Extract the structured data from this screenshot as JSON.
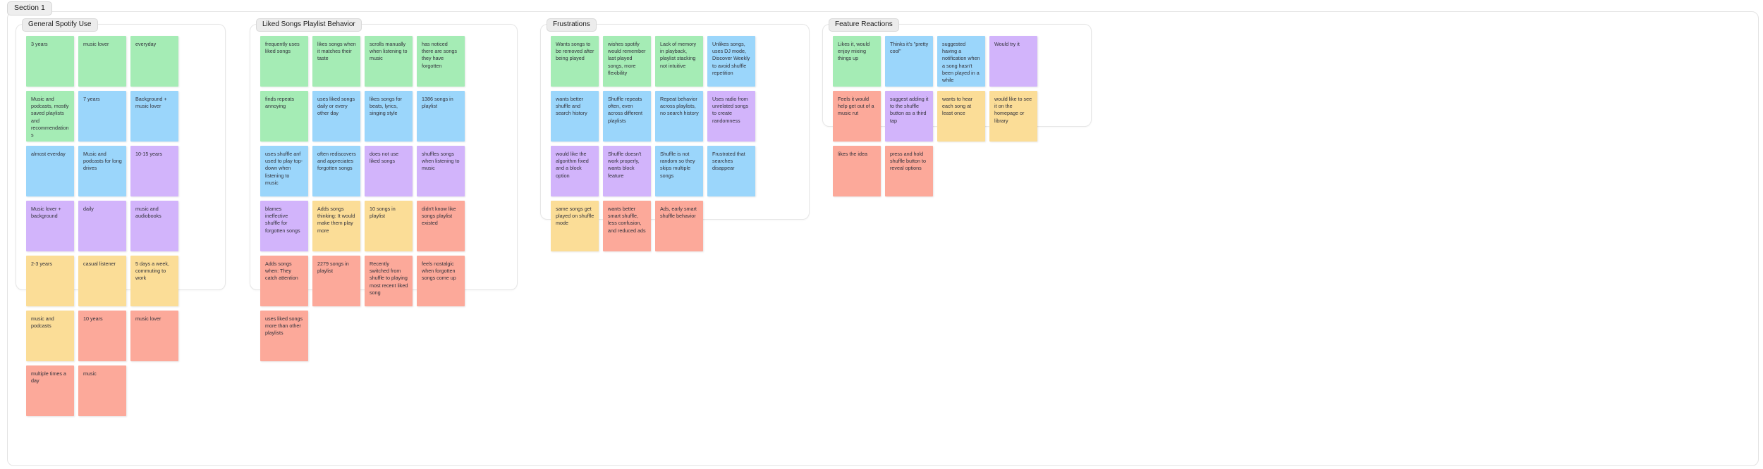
{
  "section": {
    "label": "Section 1"
  },
  "groups": [
    {
      "id": "general",
      "title": "General Spotify Use",
      "notes": [
        {
          "text": "3 years",
          "color": "green"
        },
        {
          "text": "music lover",
          "color": "green"
        },
        {
          "text": "everyday",
          "color": "green"
        },
        {
          "text": "Music and podcasts, mostly saved playlists and recommendations",
          "color": "green"
        },
        {
          "text": "7 years",
          "color": "blue"
        },
        {
          "text": "Background + music lover",
          "color": "blue"
        },
        {
          "text": "almost everday",
          "color": "blue"
        },
        {
          "text": "Music and podcasts for long drives",
          "color": "blue"
        },
        {
          "text": "10-15 years",
          "color": "purple"
        },
        {
          "text": "Music lover + background",
          "color": "purple"
        },
        {
          "text": "daily",
          "color": "purple"
        },
        {
          "text": "music and audiobooks",
          "color": "purple"
        },
        {
          "text": "2-3 years",
          "color": "yellow"
        },
        {
          "text": "casual listener",
          "color": "yellow"
        },
        {
          "text": "5 days a week, commuting to work",
          "color": "yellow"
        },
        {
          "text": "music and podcasts",
          "color": "yellow"
        },
        {
          "text": "10 years",
          "color": "red"
        },
        {
          "text": "music lover",
          "color": "red"
        },
        {
          "text": "multiple times a day",
          "color": "red"
        },
        {
          "text": "music",
          "color": "red"
        }
      ]
    },
    {
      "id": "liked",
      "title": "Liked Songs Playlist Behavior",
      "notes": [
        {
          "text": "frequently uses liked songs",
          "color": "green"
        },
        {
          "text": "likes songs when it matches their taste",
          "color": "green"
        },
        {
          "text": "scrolls manually when listening to music",
          "color": "green"
        },
        {
          "text": "has noticed there are songs they have forgotten",
          "color": "green"
        },
        {
          "text": "finds repeats annoying",
          "color": "green"
        },
        {
          "text": "uses liked songs daily or every other day",
          "color": "blue"
        },
        {
          "text": "likes songs for beats, lyrics, singing style",
          "color": "blue"
        },
        {
          "text": "1386 songs in playlist",
          "color": "blue"
        },
        {
          "text": "uses shuffle anf used to play top-down when listening to music",
          "color": "blue"
        },
        {
          "text": "often rediscovers and appreciates forgotten songs",
          "color": "blue"
        },
        {
          "text": "does not use liked songs",
          "color": "purple"
        },
        {
          "text": "shuffles songs when listening to music",
          "color": "purple"
        },
        {
          "text": "blames ineffective shuffle for forgotten songs",
          "color": "purple"
        },
        {
          "text": "Adds songs thinking: It would make them play more",
          "color": "yellow"
        },
        {
          "text": "10 songs in playlist",
          "color": "yellow"
        },
        {
          "text": "didn't know like songs playlist existed",
          "color": "red"
        },
        {
          "text": "Adds songs when: They catch attention",
          "color": "red"
        },
        {
          "text": "2279 songs in playlist",
          "color": "red"
        },
        {
          "text": "Recently switched from shuffle to playing most recent liked song",
          "color": "red"
        },
        {
          "text": "feels nostalgic when forgotten songs come up",
          "color": "red"
        },
        {
          "text": "uses liked songs more than other playlists",
          "color": "red"
        }
      ]
    },
    {
      "id": "frustr",
      "title": "Frustrations",
      "notes": [
        {
          "text": "Wants songs to be removed after being played",
          "color": "green"
        },
        {
          "text": "wishes spotify would remember last played songs, more flexibility",
          "color": "green"
        },
        {
          "text": "Lack of memory in playback, playlist stacking not intuitive",
          "color": "green"
        },
        {
          "text": "Unlikes songs, uses DJ mode, Discover Weekly to avoid shuffle repetition",
          "color": "blue"
        },
        {
          "text": "wants better shuffle and search history",
          "color": "blue"
        },
        {
          "text": "Shuffle repeats often, even across different playlists",
          "color": "blue"
        },
        {
          "text": "Repeat behavior across playlists, no search history",
          "color": "blue"
        },
        {
          "text": "Uses radio from unrelated songs to create randomness",
          "color": "purple"
        },
        {
          "text": "would like the algorithm fixed and a block option",
          "color": "purple"
        },
        {
          "text": "Shuffle doesn't work properly, wants block feature",
          "color": "purple"
        },
        {
          "text": "Shuffle is not random so they skips multiple songs",
          "color": "blue"
        },
        {
          "text": "Frustrated that searches disappear",
          "color": "blue"
        },
        {
          "text": "same songs get played on shuffle mode",
          "color": "yellow"
        },
        {
          "text": "wants better smart shuffle, less confusion, and reduced ads",
          "color": "red"
        },
        {
          "text": "Ads, early smart shuffle behavior",
          "color": "red"
        }
      ]
    },
    {
      "id": "feature",
      "title": "Feature Reactions",
      "notes": [
        {
          "text": "Likes it, would enjoy mixing things up",
          "color": "green"
        },
        {
          "text": "Thinks it's \"pretty cool\"",
          "color": "blue"
        },
        {
          "text": "suggested having a notification when a song hasn't been played in a while",
          "color": "blue"
        },
        {
          "text": "Would try it",
          "color": "purple"
        },
        {
          "text": "Feels it would help get out of a music rut",
          "color": "red"
        },
        {
          "text": "suggest adding it to the shuffle button as a third tap",
          "color": "purple"
        },
        {
          "text": "wants to hear each song at least once",
          "color": "yellow"
        },
        {
          "text": "would like to see it on the homepage or library",
          "color": "yellow"
        },
        {
          "text": "likes the idea",
          "color": "red"
        },
        {
          "text": "press and hold shuffle button to reveal options",
          "color": "red"
        }
      ]
    }
  ]
}
